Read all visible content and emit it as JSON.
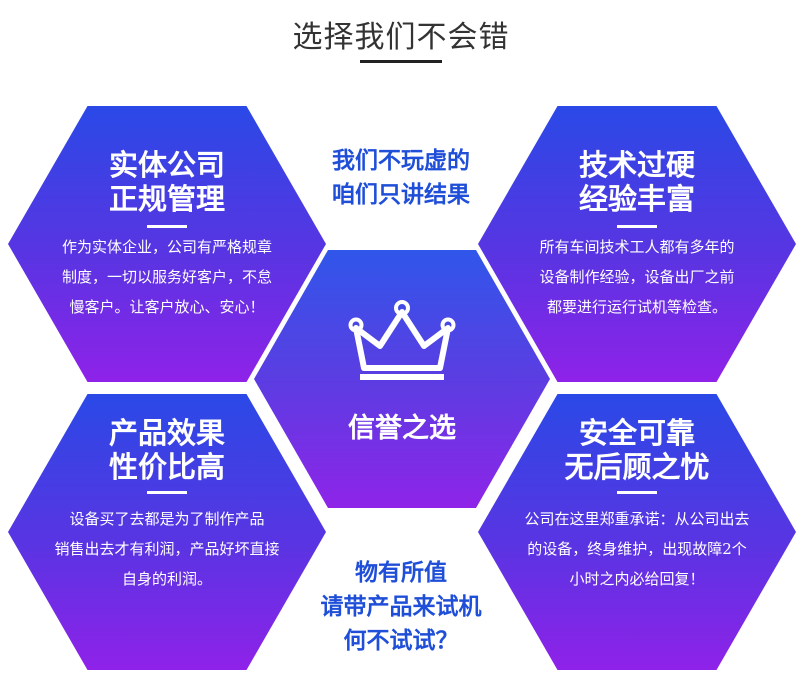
{
  "header": {
    "title": "选择我们不会错"
  },
  "hexagons": {
    "tl": {
      "title_line1": "实体公司",
      "title_line2": "正规管理",
      "body": [
        "作为实体企业，公司有严格规章",
        "制度，一切以服务好客户，不怠",
        "慢客户。让客户放心、安心！"
      ]
    },
    "tr": {
      "title_line1": "技术过硬",
      "title_line2": "经验丰富",
      "body": [
        "所有车间技术工人都有多年的",
        "设备制作经验，设备出厂之前",
        "都要进行运行试机等检查。"
      ]
    },
    "bl": {
      "title_line1": "产品效果",
      "title_line2": "性价比高",
      "body": [
        "设备买了去都是为了制作产品",
        "销售出去才有利润，产品好坏直接",
        "自身的利润。"
      ]
    },
    "br": {
      "title_line1": "安全可靠",
      "title_line2": "无后顾之忧",
      "body": [
        "公司在这里郑重承诺：从公司出去",
        "的设备，终身维护，出现故障2个",
        "小时之内必给回复！"
      ]
    },
    "center": {
      "title": "信誉之选",
      "icon": "crown-icon"
    }
  },
  "slogans": {
    "top": [
      "我们不玩虚的",
      "咱们只讲结果"
    ],
    "bottom": [
      "物有所值",
      "请带产品来试机",
      "何不试试？"
    ]
  },
  "colors": {
    "gradient_top": "#2a49e6",
    "gradient_bottom": "#8f22e8",
    "slogan": "#1f4fd8"
  }
}
